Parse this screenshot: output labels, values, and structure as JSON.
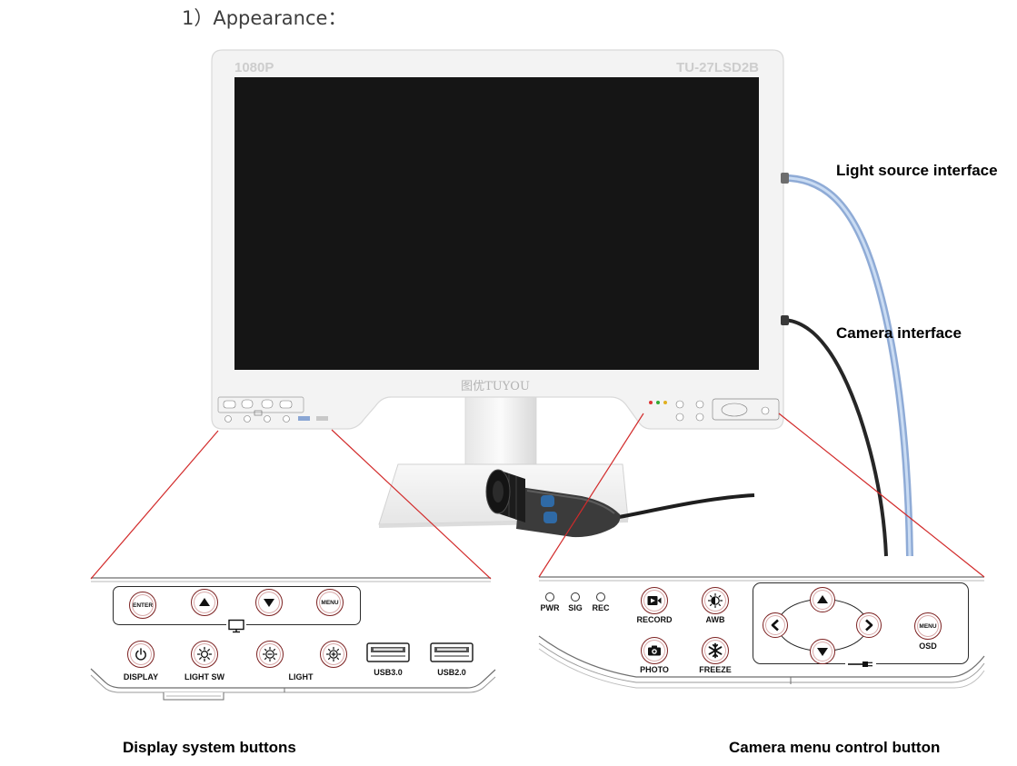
{
  "heading": "1）Appearance：",
  "monitor": {
    "resolution_label": "1080P",
    "model_label": "TU-27LSD2B",
    "logo_text": "图优TUYOU"
  },
  "callouts": {
    "light_source_interface": "Light source interface",
    "camera_interface": "Camera interface"
  },
  "display_buttons": {
    "caption": "Display system buttons",
    "top_row": [
      {
        "label": "ENTER"
      },
      {
        "icon": "up-arrow-icon"
      },
      {
        "icon": "down-arrow-icon"
      },
      {
        "label": "MENU"
      }
    ],
    "group_icon": "monitor-icon",
    "bottom_row": [
      {
        "label": "DISPLAY",
        "icon": "power-icon"
      },
      {
        "label": "LIGHT SW",
        "icon": "sun-icon"
      },
      {
        "icon": "light-decrease-icon"
      },
      {
        "icon": "light-increase-icon"
      }
    ],
    "light_label": "LIGHT",
    "usb_ports": [
      {
        "label": "USB3.0",
        "icon": "usb-port-icon"
      },
      {
        "label": "USB2.0",
        "icon": "usb-port-icon"
      }
    ]
  },
  "camera_buttons": {
    "caption": "Camera menu control button",
    "indicators": [
      {
        "label": "PWR"
      },
      {
        "label": "SIG"
      },
      {
        "label": "REC"
      }
    ],
    "buttons": [
      {
        "label": "RECORD",
        "icon": "video-record-icon"
      },
      {
        "label": "AWB",
        "icon": "white-balance-icon"
      },
      {
        "label": "PHOTO",
        "icon": "camera-icon"
      },
      {
        "label": "FREEZE",
        "icon": "snowflake-icon"
      }
    ],
    "direction_pad": [
      "up-arrow-icon",
      "left-arrow-icon",
      "right-arrow-icon",
      "down-arrow-icon"
    ],
    "menu_button": {
      "label": "MENU",
      "sublabel": "OSD"
    },
    "cable_icon": "camera-cable-icon"
  },
  "colors": {
    "callout_line": "#d22b2b",
    "button_ring": "#7d2323",
    "light_cable": "#8fabd6",
    "camera_cable": "#262626",
    "screen": "#151515",
    "bezel": "#f3f3f3"
  }
}
